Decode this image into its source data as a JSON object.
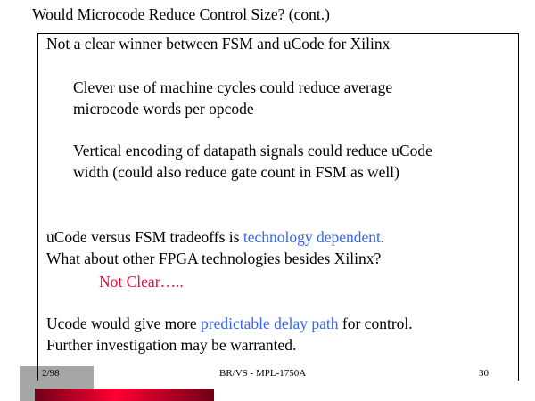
{
  "title": "Would Microcode Reduce Control Size?  (cont.)",
  "body": {
    "l1": "Not a clear winner between FSM and uCode for Xilinx",
    "l2": "Clever use of machine cycles could reduce average",
    "l3": "microcode words per opcode",
    "l4": "Vertical encoding of datapath signals could reduce uCode",
    "l5": "width (could also reduce gate count in FSM as well)",
    "l6a": "uCode versus FSM tradeoffs is ",
    "l6b": "technology dependent",
    "l6c": ".",
    "l7": "What about other FPGA technologies besides Xilinx?",
    "l8": "Not Clear…..",
    "l9a": "Ucode would give more ",
    "l9b": "predictable delay path",
    "l9c": " for control.",
    "l10": "Further investigation may be warranted."
  },
  "footer": {
    "date": "2/98",
    "center": "BR/VS - MPL-1750A",
    "page": "30"
  },
  "colors": {
    "highlight": "#3366ff",
    "alert": "#ff0033"
  }
}
